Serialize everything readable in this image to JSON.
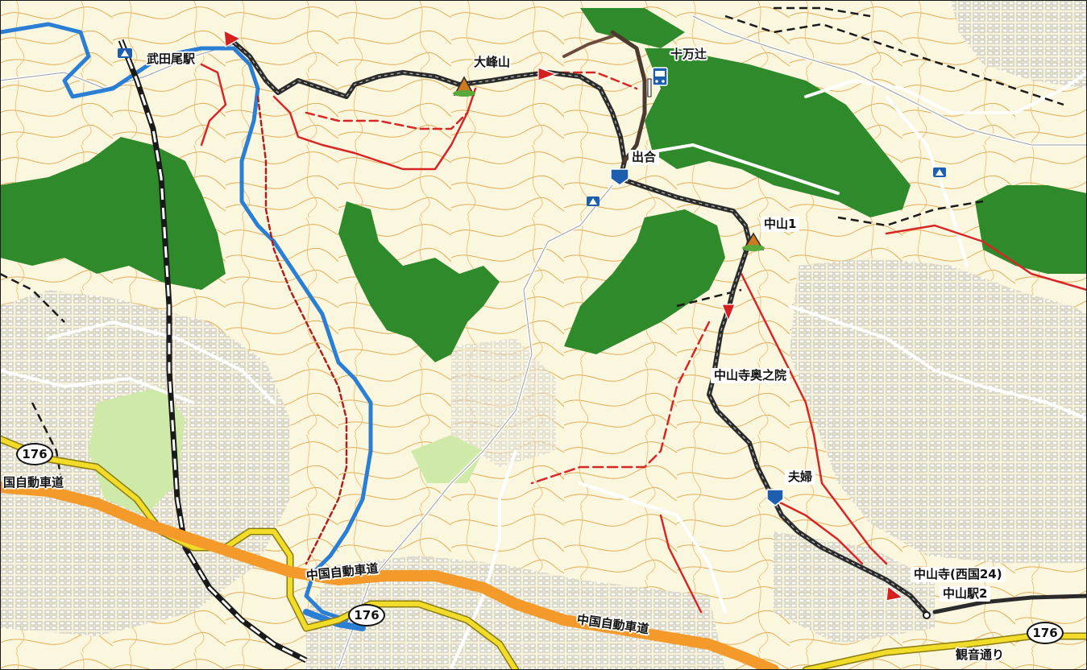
{
  "map": {
    "stations": [
      "武田尾駅",
      "中山駅2"
    ],
    "waypoints": [
      "大峰山",
      "十万辻",
      "出合",
      "中山1",
      "中山寺奥之院",
      "夫婦",
      "中山寺(西国24)"
    ],
    "roads": {
      "expressway": "中国自動車道",
      "expressway_partial": "国自動車道",
      "street": "観音通り",
      "route_number": "176"
    },
    "colors": {
      "background": "#fbf7df",
      "contour": "#e4ac54",
      "forest": "#2f8a2b",
      "river": "#2a7fd4",
      "route": "#2b2b2b",
      "trail_red": "#d82626",
      "expressway": "#f39a2a",
      "national_road": "#f2dc2a",
      "boundary": "#1a1a1a"
    },
    "icons": [
      "route-arrow-icon",
      "mountain-peak-icon",
      "bus-stop-icon",
      "junction-marker-icon",
      "camp-icon"
    ]
  }
}
